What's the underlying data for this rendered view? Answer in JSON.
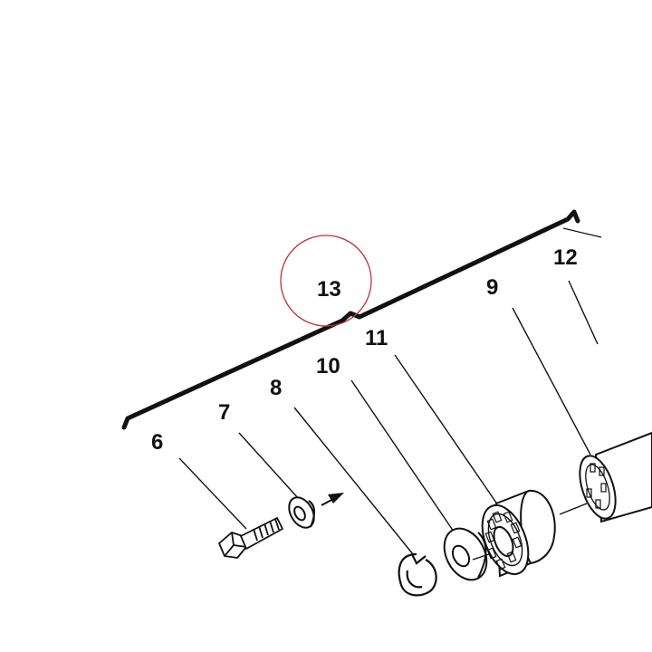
{
  "diagram": {
    "callouts": {
      "c6": "6",
      "c7": "7",
      "c8": "8",
      "c9": "9",
      "c10": "10",
      "c11": "11",
      "c12": "12",
      "c13": "13"
    },
    "highlight_color": "#c0303a",
    "ink_color": "#111111"
  }
}
